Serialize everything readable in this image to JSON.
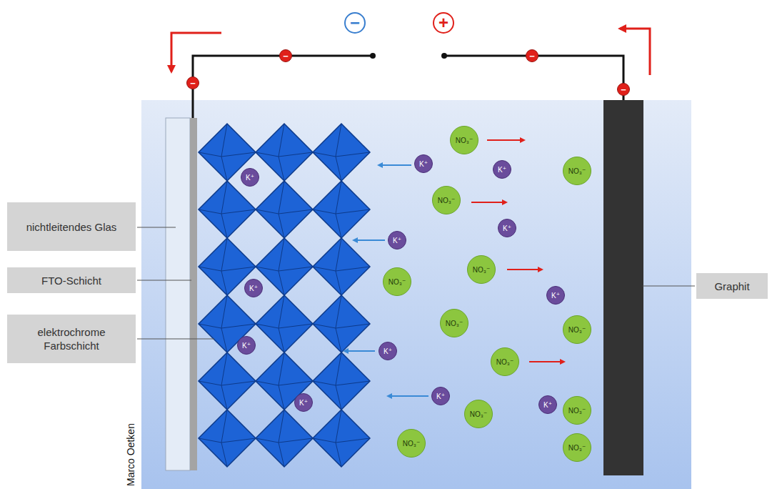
{
  "diagram": {
    "nodes": [
      {
        "text": [
          "−"
        ]
      },
      {
        "text": [
          "+"
        ]
      },
      {
        "text": [
          "−"
        ]
      },
      {
        "text": [
          "−"
        ]
      },
      {
        "text": [
          "−"
        ]
      },
      {
        "text": [
          "−"
        ]
      },
      {
        "text": [
          "nichtleitendes Glas"
        ]
      },
      {
        "text": [
          "FTO-Schicht"
        ]
      },
      {
        "text": [
          "elektrochrome Farbschicht"
        ]
      },
      {
        "text": [
          "Graphit"
        ]
      },
      {
        "text": [
          "K⁺"
        ]
      },
      {
        "text": [
          "K⁺"
        ]
      },
      {
        "text": [
          "K⁺"
        ]
      },
      {
        "text": [
          "K⁺"
        ]
      },
      {
        "text": [
          "K⁺"
        ]
      },
      {
        "text": [
          "K⁺"
        ]
      },
      {
        "text": [
          "K⁺"
        ]
      },
      {
        "text": [
          "K⁺"
        ]
      },
      {
        "text": [
          "K⁺"
        ]
      },
      {
        "text": [
          "K⁺"
        ]
      },
      {
        "text": [
          "K⁺"
        ]
      },
      {
        "text": [
          "K⁺"
        ]
      },
      {
        "text": [
          "NO₃⁻"
        ]
      },
      {
        "text": [
          "NO₃⁻"
        ]
      },
      {
        "text": [
          "NO₃⁻"
        ]
      },
      {
        "text": [
          "NO₃⁻"
        ]
      },
      {
        "text": [
          "NO₃⁻"
        ]
      },
      {
        "text": [
          "NO₃⁻"
        ]
      },
      {
        "text": [
          "NO₃⁻"
        ]
      },
      {
        "text": [
          "NO₃⁻"
        ]
      },
      {
        "text": [
          "NO₃⁻"
        ]
      },
      {
        "text": [
          "NO₃⁻"
        ]
      },
      {
        "text": [
          "NO₃⁻"
        ]
      },
      {
        "text": [
          "NO₃⁻"
        ]
      }
    ],
    "labels": [
      "Marco Oetken"
    ]
  }
}
